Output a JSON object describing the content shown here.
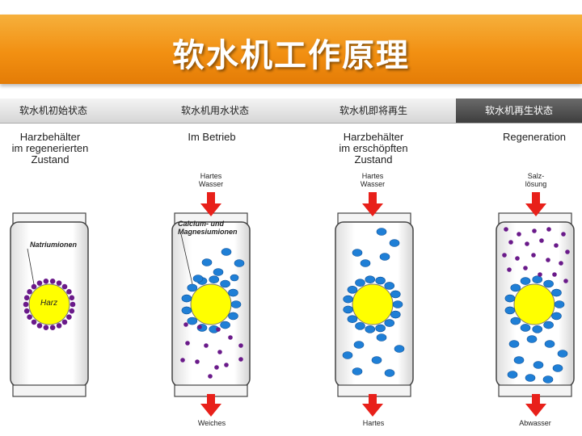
{
  "slide": {
    "title": "软水机工作原理"
  },
  "tabs": [
    {
      "label": "软水机初始状态",
      "active": false
    },
    {
      "label": "软水机用水状态",
      "active": false
    },
    {
      "label": "软水机即将再生",
      "active": false
    },
    {
      "label": "软水机再生状态",
      "active": true
    }
  ],
  "diagram": {
    "columns": [
      {
        "title_lines": [
          "Harzbehälter",
          "im regenerierten",
          "Zustand"
        ]
      },
      {
        "title_lines": [
          "Im Betrieb"
        ],
        "inflow": [
          "Hartes",
          "Wasser"
        ],
        "outflow": "Weiches"
      },
      {
        "title_lines": [
          "Harzbehälter",
          "im erschöpften",
          "Zustand"
        ],
        "inflow": [
          "Hartes",
          "Wasser"
        ],
        "outflow": "Hartes"
      },
      {
        "title_lines": [
          "Regeneration"
        ],
        "inflow": [
          "Salz-",
          "lösung"
        ],
        "outflow": "Abwasser"
      }
    ],
    "labels": {
      "natrium": "Natriumionen",
      "calcium": [
        "Calcium- und",
        "Magnesiumionen"
      ],
      "harz": "Harz"
    }
  },
  "colors": {
    "banner": "#f29012",
    "resin": "#ffff00",
    "calcium_ion": "#1f7fd6",
    "sodium_ion": "#6a1a8a",
    "arrow": "#e8201a",
    "active_tab": "#4a4a4a"
  }
}
